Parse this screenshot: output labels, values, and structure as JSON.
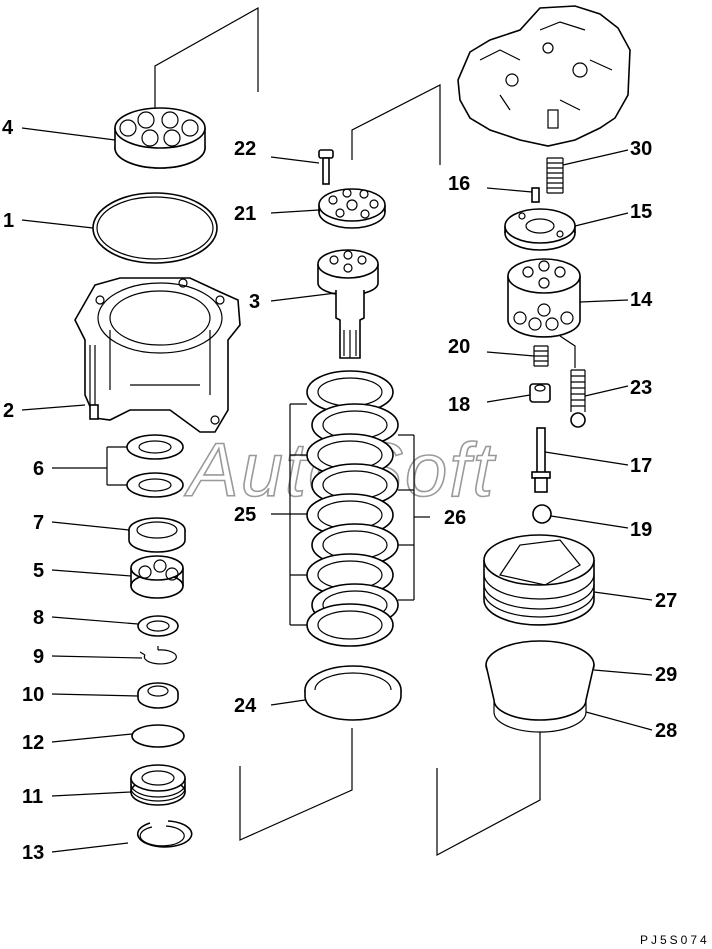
{
  "watermark": "AutoSoft",
  "drawing_ref": "PJ5S074",
  "callouts": [
    {
      "n": "4"
    },
    {
      "n": "1"
    },
    {
      "n": "2"
    },
    {
      "n": "6"
    },
    {
      "n": "7"
    },
    {
      "n": "5"
    },
    {
      "n": "8"
    },
    {
      "n": "9"
    },
    {
      "n": "10"
    },
    {
      "n": "12"
    },
    {
      "n": "11"
    },
    {
      "n": "13"
    },
    {
      "n": "22"
    },
    {
      "n": "21"
    },
    {
      "n": "3"
    },
    {
      "n": "25"
    },
    {
      "n": "26"
    },
    {
      "n": "24"
    },
    {
      "n": "16"
    },
    {
      "n": "30"
    },
    {
      "n": "15"
    },
    {
      "n": "14"
    },
    {
      "n": "20"
    },
    {
      "n": "23"
    },
    {
      "n": "18"
    },
    {
      "n": "17"
    },
    {
      "n": "19"
    },
    {
      "n": "27"
    },
    {
      "n": "29"
    },
    {
      "n": "28"
    }
  ]
}
